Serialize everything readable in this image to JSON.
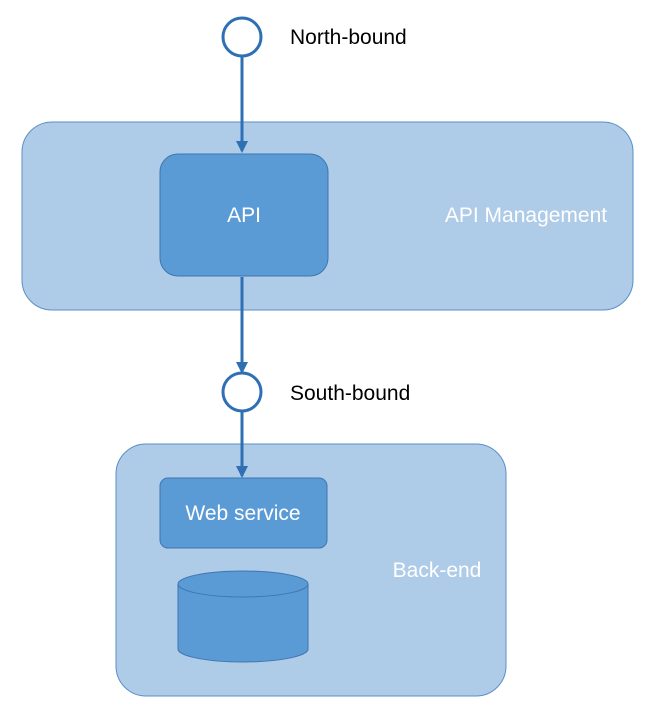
{
  "diagram": {
    "north_label": "North-bound",
    "south_label": "South-bound",
    "api_management_label": "API Management",
    "api_label": "API",
    "web_service_label": "Web service",
    "backend_label": "Back-end",
    "colors": {
      "container_fill": "#aecbe8",
      "container_stroke": "#5b8fc7",
      "box_fill": "#5b9bd5",
      "box_stroke": "#3f76b0",
      "connector": "#2e70b3",
      "endpoint_fill": "#ffffff"
    }
  }
}
